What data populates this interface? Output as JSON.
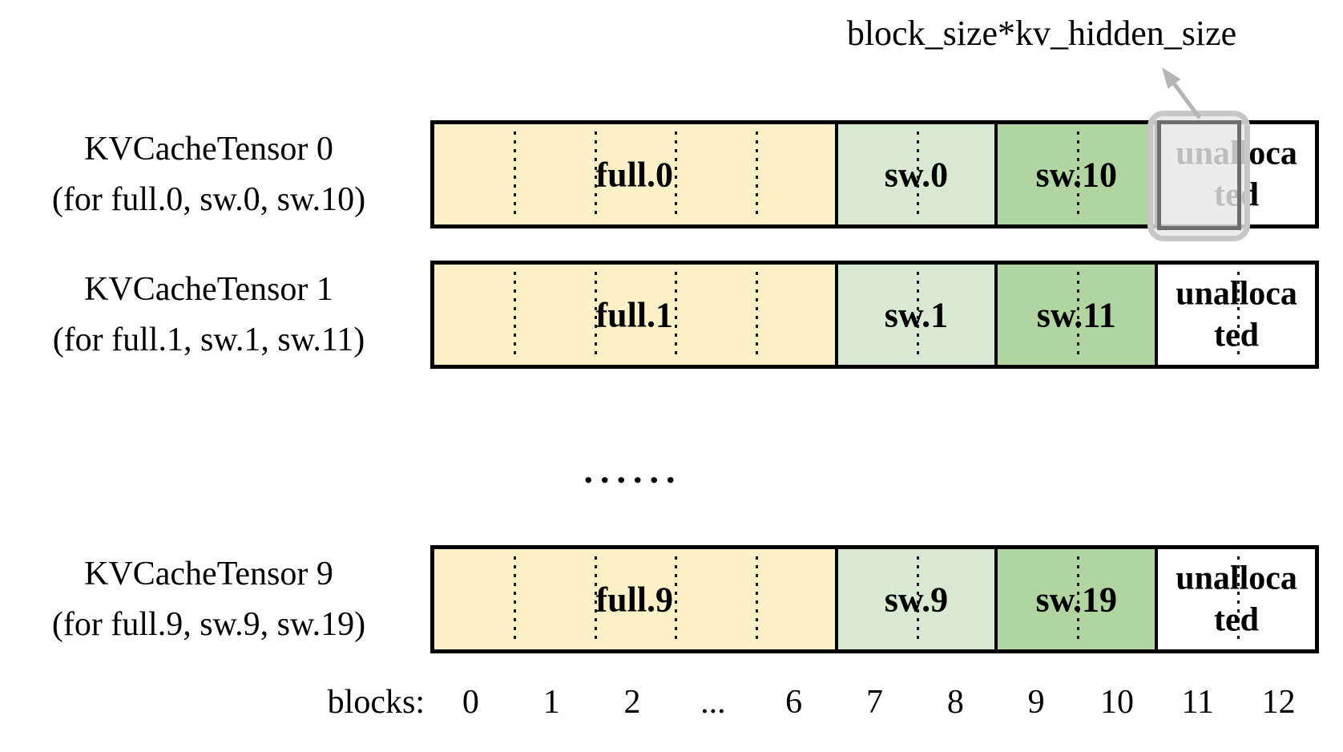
{
  "title": "block_size*kv_hidden_size",
  "ellipsis": "......",
  "axis": {
    "label": "blocks:",
    "ticks": [
      "0",
      "1",
      "2",
      "...",
      "6",
      "7",
      "8",
      "9",
      "10",
      "11",
      "12"
    ]
  },
  "tensors": [
    {
      "name": "KVCacheTensor 0",
      "subtitle": "(for full.0, sw.0, sw.10)",
      "regions": [
        {
          "label": "full.0",
          "type": "full",
          "slots": 5
        },
        {
          "label": "sw.0",
          "type": "sw_light",
          "slots": 2
        },
        {
          "label": "sw.10",
          "type": "sw_dark",
          "slots": 2
        },
        {
          "label": "unallocated",
          "type": "unallocated",
          "slots": 2,
          "wrap_after": 8
        }
      ],
      "highlighted": true
    },
    {
      "name": "KVCacheTensor 1",
      "subtitle": "(for full.1, sw.1, sw.11)",
      "regions": [
        {
          "label": "full.1",
          "type": "full",
          "slots": 5
        },
        {
          "label": "sw.1",
          "type": "sw_light",
          "slots": 2
        },
        {
          "label": "sw.11",
          "type": "sw_dark",
          "slots": 2
        },
        {
          "label": "unallocated",
          "type": "unallocated",
          "slots": 2,
          "wrap_after": 8
        }
      ],
      "highlighted": false
    },
    {
      "name": "KVCacheTensor 9",
      "subtitle": "(for full.9, sw.9, sw.19)",
      "regions": [
        {
          "label": "full.9",
          "type": "full",
          "slots": 5
        },
        {
          "label": "sw.9",
          "type": "sw_light",
          "slots": 2
        },
        {
          "label": "sw.19",
          "type": "sw_dark",
          "slots": 2
        },
        {
          "label": "unallocated",
          "type": "unallocated",
          "slots": 2,
          "wrap_after": 8
        }
      ],
      "highlighted": false
    }
  ],
  "highlight": {
    "tensor_index": 0,
    "slot_index": 9,
    "block_label": "11"
  },
  "colors": {
    "full": "#FCF0C8",
    "sw_light": "#D9E8D2",
    "sw_dark": "#B1D5A0",
    "unallocated": "#FFFFFF",
    "border": "#000000",
    "highlight_border": "#C7C7C7",
    "highlight_inner_border": "#6E6E6E",
    "arrow": "#B5B5B5"
  }
}
